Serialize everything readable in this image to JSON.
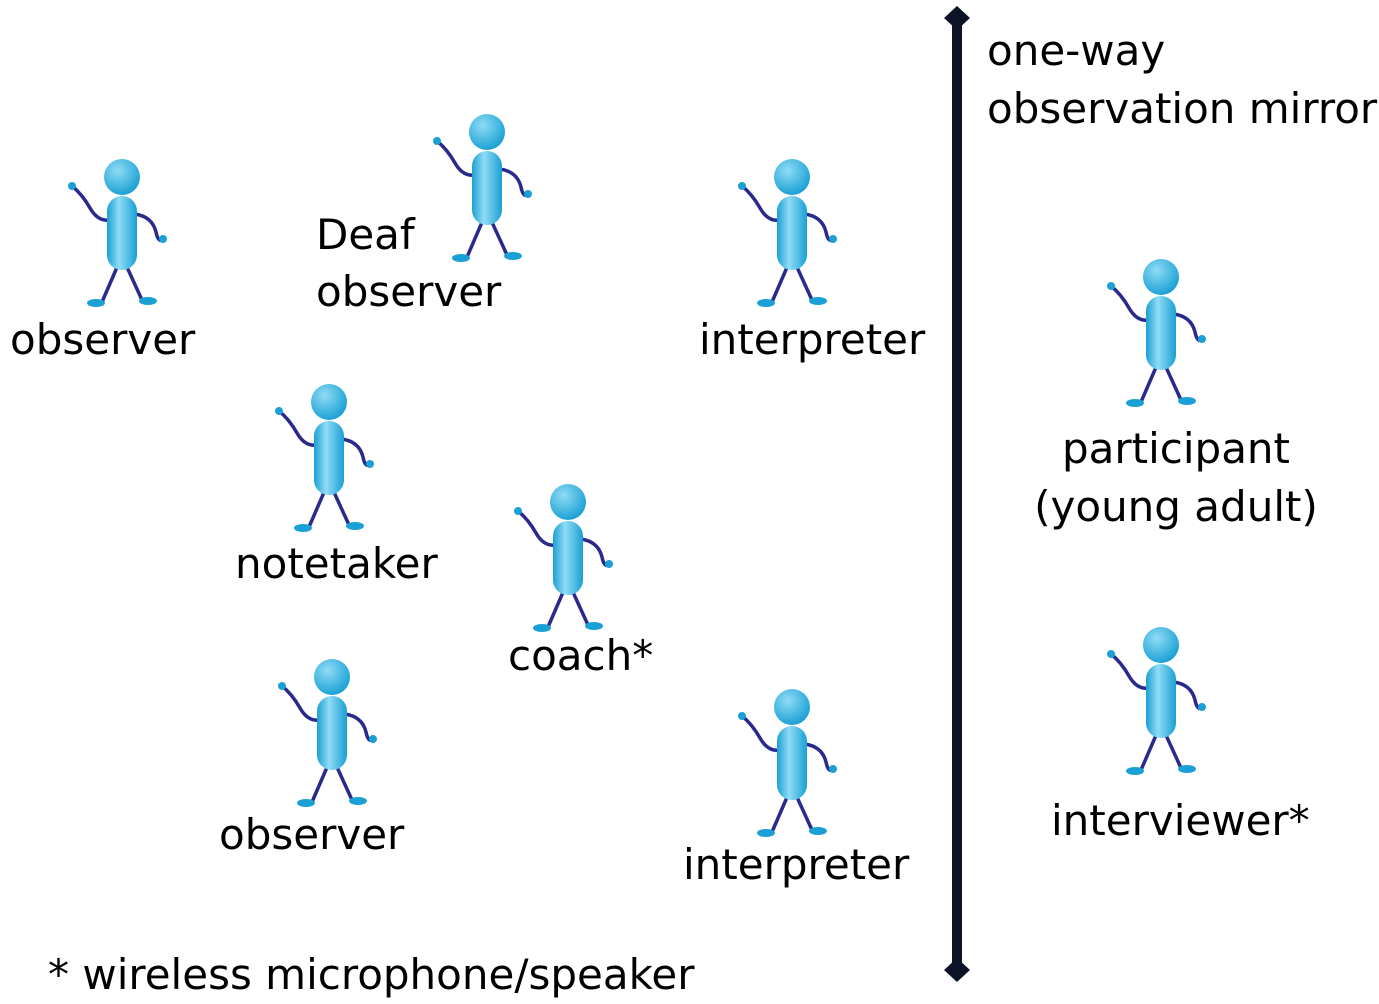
{
  "mirror": {
    "label_line1": "one-way",
    "label_line2": "observation mirror"
  },
  "people": [
    {
      "id": "observer-top-left",
      "lines": [
        "observer"
      ]
    },
    {
      "id": "deaf-observer",
      "lines": [
        "Deaf",
        "observer"
      ]
    },
    {
      "id": "interpreter-top",
      "lines": [
        "interpreter"
      ]
    },
    {
      "id": "notetaker",
      "lines": [
        "notetaker"
      ]
    },
    {
      "id": "coach",
      "lines": [
        "coach*"
      ]
    },
    {
      "id": "observer-bottom",
      "lines": [
        "observer"
      ]
    },
    {
      "id": "interpreter-bottom",
      "lines": [
        "interpreter"
      ]
    },
    {
      "id": "participant",
      "lines": [
        "participant",
        "(young adult)"
      ]
    },
    {
      "id": "interviewer",
      "lines": [
        "interviewer*"
      ]
    }
  ],
  "footnote": "* wireless microphone/speaker",
  "colors": {
    "figure_body": "#1aa0d4",
    "figure_highlight": "#8fdcf5",
    "figure_limbs": "#2a2a8c",
    "mirror_line": "#0d1326",
    "text": "#000000"
  }
}
